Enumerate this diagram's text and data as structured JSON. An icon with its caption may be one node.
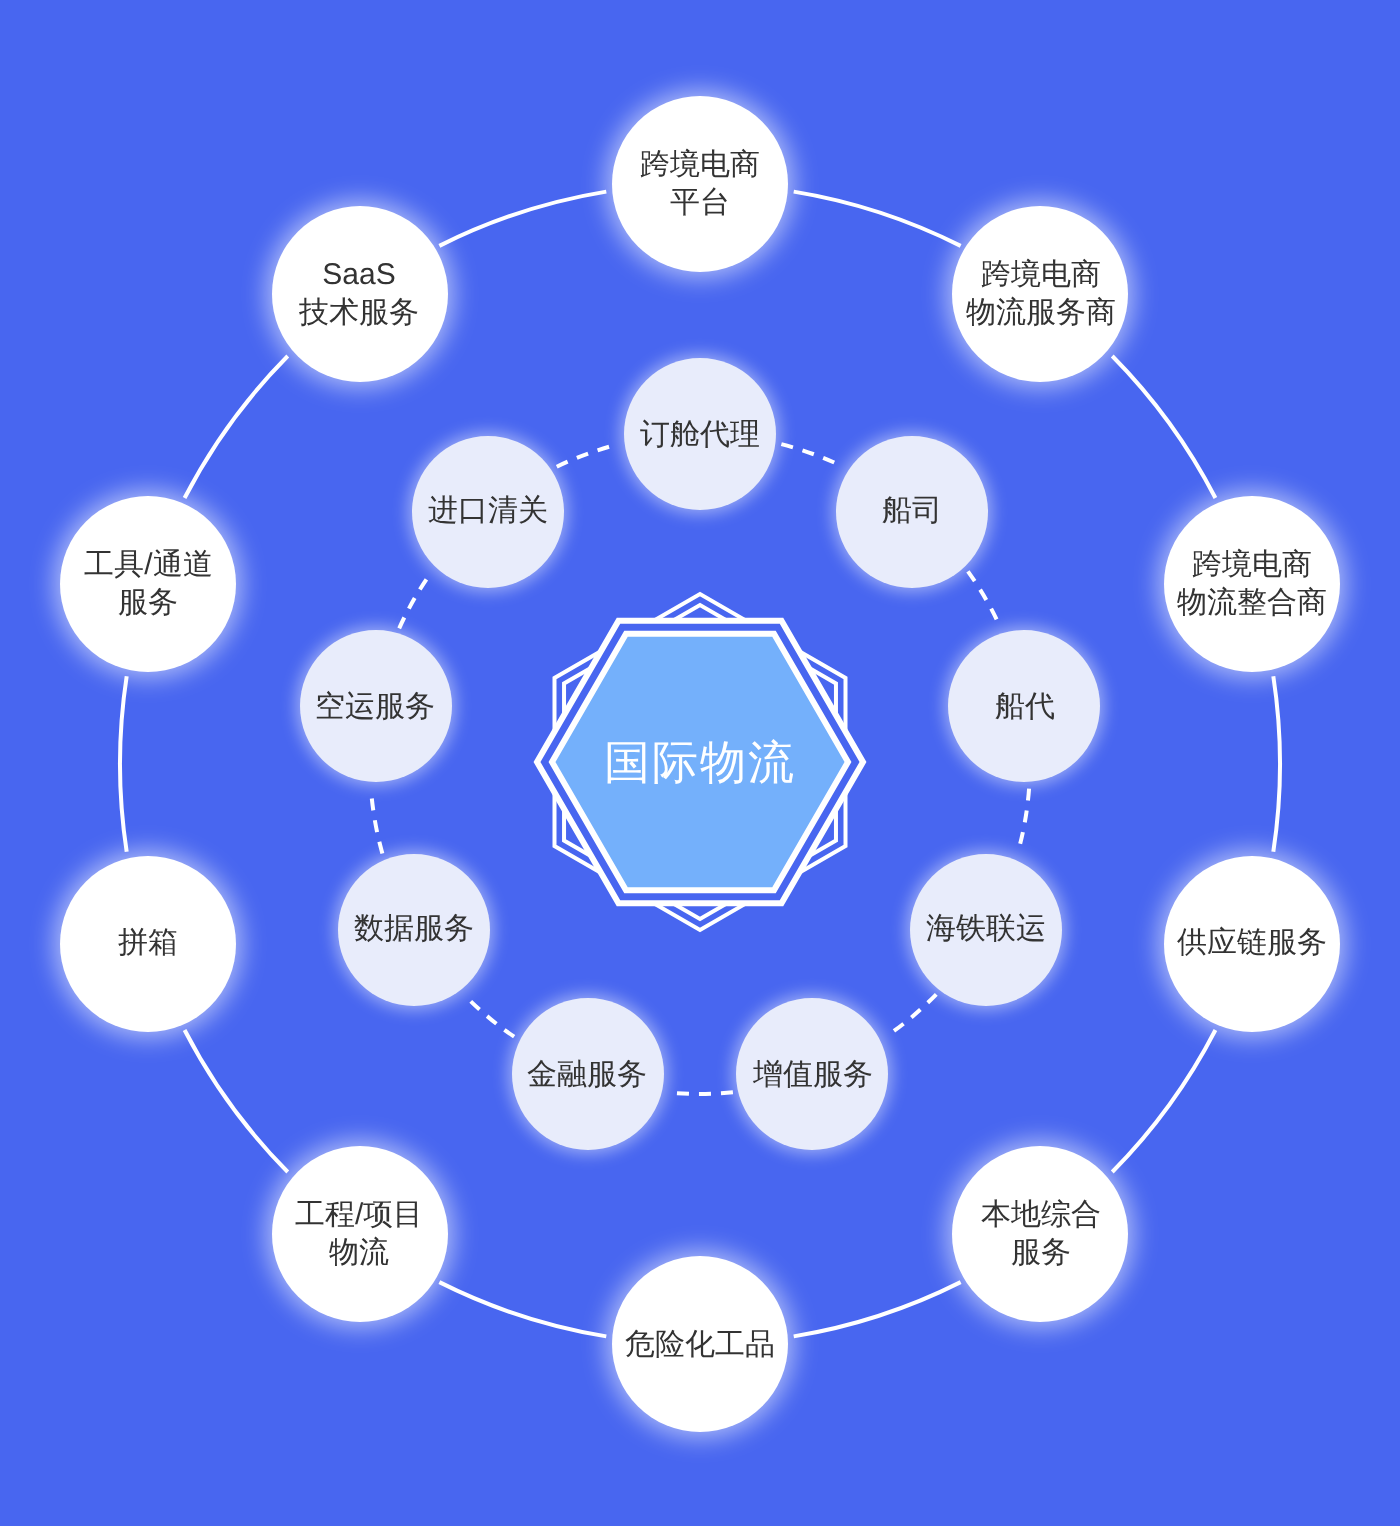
{
  "diagram": {
    "nodes": [
      {
        "text": [
          "国际物流"
        ]
      },
      {
        "text": [
          "跨境电商平台"
        ]
      },
      {
        "text": [
          "跨境电商物流服务商"
        ]
      },
      {
        "text": [
          "跨境电商物流整合商"
        ]
      },
      {
        "text": [
          "供应链服务"
        ]
      },
      {
        "text": [
          "本地综合服务"
        ]
      },
      {
        "text": [
          "危险化工品"
        ]
      },
      {
        "text": [
          "工程/项目物流"
        ]
      },
      {
        "text": [
          "拼箱"
        ]
      },
      {
        "text": [
          "工具/通道服务"
        ]
      },
      {
        "text": [
          "SaaS技术服务"
        ]
      },
      {
        "text": [
          "订舱代理"
        ]
      },
      {
        "text": [
          "船司"
        ]
      },
      {
        "text": [
          "船代"
        ]
      },
      {
        "text": [
          "海铁联运"
        ]
      },
      {
        "text": [
          "增值服务"
        ]
      },
      {
        "text": [
          "金融服务"
        ]
      },
      {
        "text": [
          "数据服务"
        ]
      },
      {
        "text": [
          "空运服务"
        ]
      },
      {
        "text": [
          "进口清关"
        ]
      }
    ],
    "edges": [
      {
        "from": 1,
        "to": 2,
        "arrow": "none"
      },
      {
        "from": 2,
        "to": 3,
        "arrow": "none"
      },
      {
        "from": 3,
        "to": 4,
        "arrow": "none"
      },
      {
        "from": 4,
        "to": 5,
        "arrow": "none"
      },
      {
        "from": 5,
        "to": 6,
        "arrow": "none"
      },
      {
        "from": 6,
        "to": 7,
        "arrow": "none"
      },
      {
        "from": 7,
        "to": 8,
        "arrow": "none"
      },
      {
        "from": 8,
        "to": 9,
        "arrow": "none"
      },
      {
        "from": 9,
        "to": 10,
        "arrow": "none"
      },
      {
        "from": 10,
        "to": 1,
        "arrow": "none"
      },
      {
        "from": 11,
        "to": 12,
        "arrow": "none",
        "style": "dashed"
      },
      {
        "from": 12,
        "to": 13,
        "arrow": "none",
        "style": "dashed"
      },
      {
        "from": 13,
        "to": 14,
        "arrow": "none",
        "style": "dashed"
      },
      {
        "from": 14,
        "to": 15,
        "arrow": "none",
        "style": "dashed"
      },
      {
        "from": 15,
        "to": 16,
        "arrow": "none",
        "style": "dashed"
      },
      {
        "from": 16,
        "to": 17,
        "arrow": "none",
        "style": "dashed"
      },
      {
        "from": 17,
        "to": 18,
        "arrow": "none",
        "style": "dashed"
      },
      {
        "from": 18,
        "to": 19,
        "arrow": "none",
        "style": "dashed"
      },
      {
        "from": 19,
        "to": 11,
        "arrow": "none",
        "style": "dashed"
      }
    ]
  }
}
